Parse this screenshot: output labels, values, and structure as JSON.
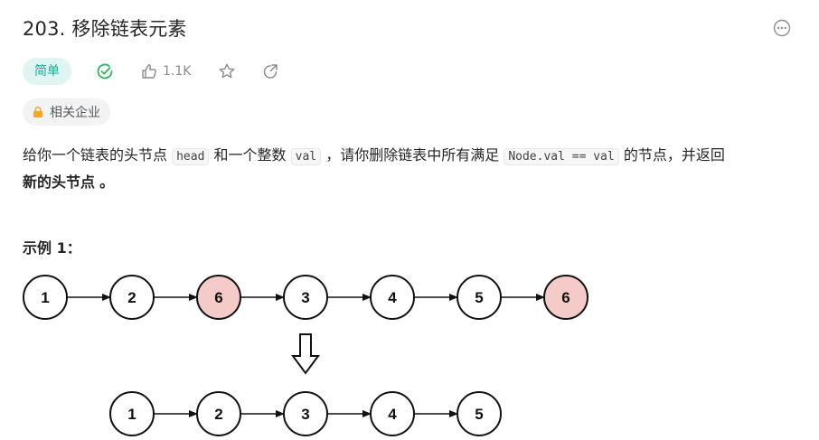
{
  "problem": {
    "title": "203. 移除链表元素",
    "difficulty": "简单",
    "likes": "1.1K",
    "company_tag": "相关企业"
  },
  "description": {
    "t1": "给你一个链表的头节点",
    "c1": "head",
    "t2": "和一个整数",
    "c2": "val",
    "t3": "，请你删除链表中所有满足",
    "c3": "Node.val == val",
    "t4": "的节点，并返回",
    "bold": "新的头节点",
    "t5": "。"
  },
  "example": {
    "heading": "示例 1："
  },
  "diagram": {
    "input_list": [
      "1",
      "2",
      "6",
      "3",
      "4",
      "5",
      "6"
    ],
    "output_list": [
      "1",
      "2",
      "3",
      "4",
      "5"
    ],
    "highlight_color": "#f5cbc9",
    "highlight_value": "6"
  },
  "icons": {
    "more": "more-dots-icon",
    "solved": "check-circle-icon",
    "like": "thumbs-up-icon",
    "star": "star-icon",
    "share": "share-icon",
    "lock": "lock-icon"
  }
}
